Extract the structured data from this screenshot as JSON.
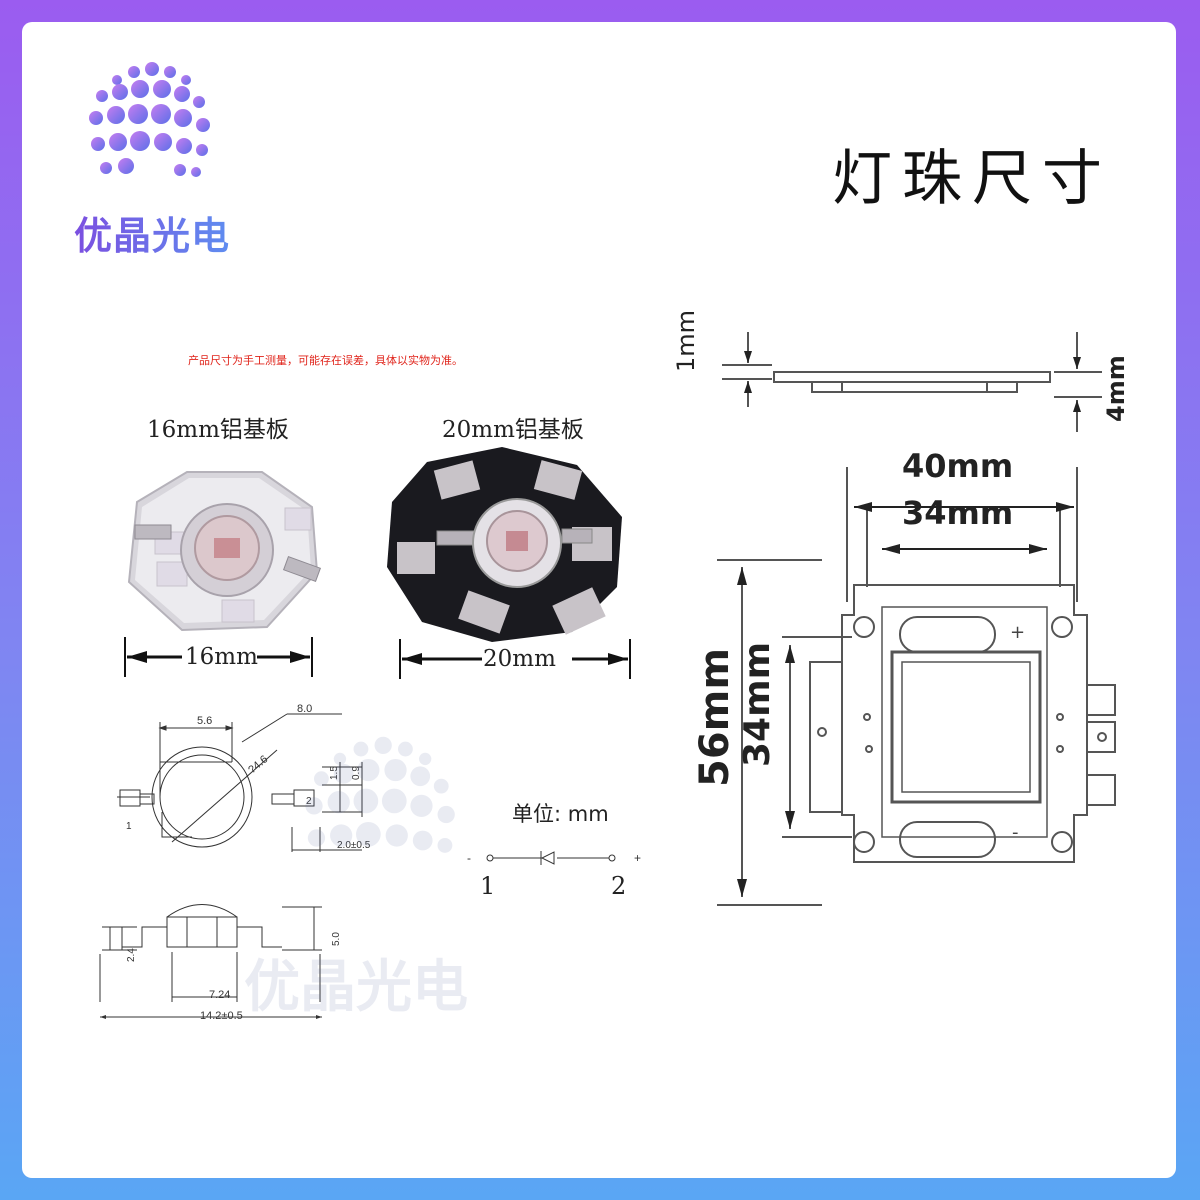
{
  "brand": {
    "name": "优晶光电",
    "colors": {
      "purple": "#8e5be8",
      "blue": "#5f8df0"
    }
  },
  "title": "灯珠尺寸",
  "note": "产品尺寸为手工测量，可能存在误差，具体以实物为准。",
  "products": [
    {
      "label": "16mm铝基板",
      "dimension": "16mm"
    },
    {
      "label": "20mm铝基板",
      "dimension": "20mm"
    }
  ],
  "drawing": {
    "dims": {
      "d56": "5.6",
      "d80": "8.0",
      "d46": "?4.6",
      "d15": "1.5",
      "d09": "0.9",
      "d20": "2.0±0.5",
      "d24": "2.4",
      "d50": "5.0",
      "d724": "7.24",
      "d142": "14.2±0.5"
    },
    "pin_tags": [
      "1",
      "2"
    ]
  },
  "unit": "单位:  mm",
  "diode": {
    "minus": "-",
    "plus": "+",
    "pin1": "1",
    "pin2": "2"
  },
  "cob": {
    "thickness_plate": "1mm",
    "thickness_total": "4mm",
    "width_outer": "40mm",
    "width_inner": "34mm",
    "height_outer": "56mm",
    "height_inner": "34mm",
    "plus_mark": "+",
    "minus_mark": "-"
  }
}
